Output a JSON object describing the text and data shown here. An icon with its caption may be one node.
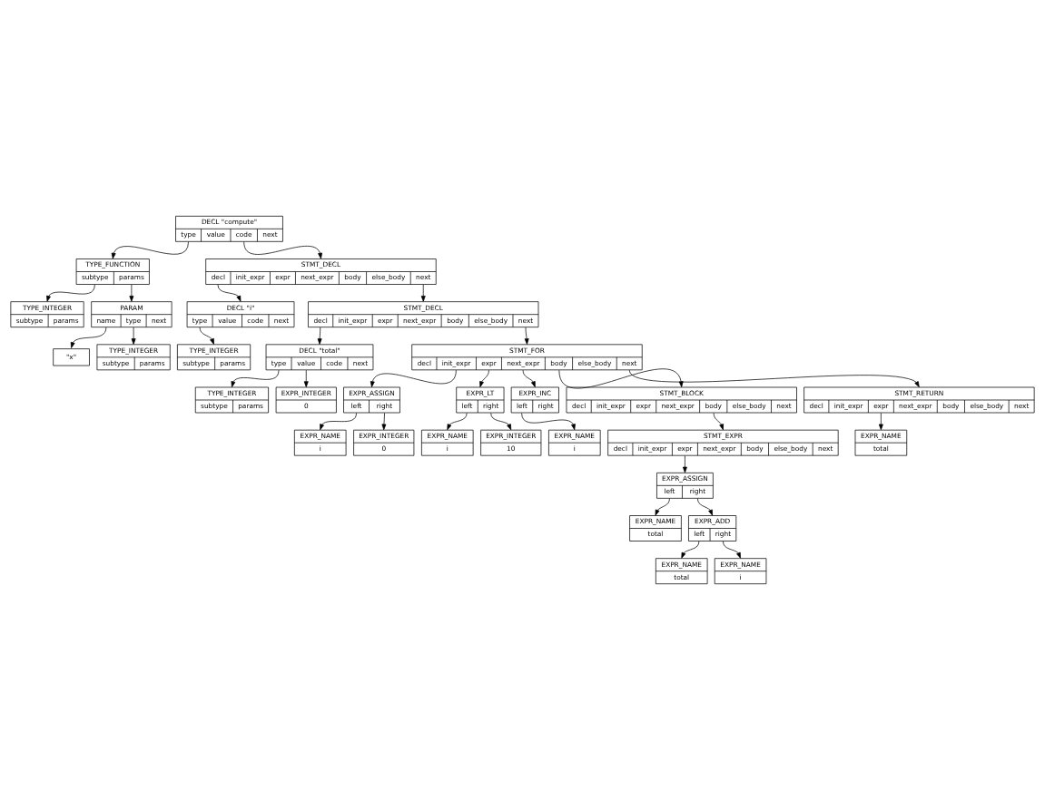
{
  "diagram": {
    "nodes": [
      {
        "text": [
          "DECL \"compute\"",
          "type",
          "value",
          "code",
          "next"
        ]
      },
      {
        "text": [
          "TYPE_FUNCTION",
          "subtype",
          "params"
        ]
      },
      {
        "text": [
          "STMT_DECL",
          "decl",
          "init_expr",
          "expr",
          "next_expr",
          "body",
          "else_body",
          "next"
        ]
      },
      {
        "text": [
          "TYPE_INTEGER",
          "subtype",
          "params"
        ]
      },
      {
        "text": [
          "PARAM",
          "name",
          "type",
          "next"
        ]
      },
      {
        "text": [
          "DECL \"i\"",
          "type",
          "value",
          "code",
          "next"
        ]
      },
      {
        "text": [
          "STMT_DECL",
          "decl",
          "init_expr",
          "expr",
          "next_expr",
          "body",
          "else_body",
          "next"
        ]
      },
      {
        "text": [
          "\"x\""
        ]
      },
      {
        "text": [
          "TYPE_INTEGER",
          "subtype",
          "params"
        ]
      },
      {
        "text": [
          "TYPE_INTEGER",
          "subtype",
          "params"
        ]
      },
      {
        "text": [
          "DECL \"total\"",
          "type",
          "value",
          "code",
          "next"
        ]
      },
      {
        "text": [
          "TYPE_INTEGER",
          "subtype",
          "params"
        ]
      },
      {
        "text": [
          "EXPR_INTEGER",
          "0"
        ]
      },
      {
        "text": [
          "STMT_FOR",
          "decl",
          "init_expr",
          "expr",
          "next_expr",
          "body",
          "else_body",
          "next"
        ]
      },
      {
        "text": [
          "EXPR_ASSIGN",
          "left",
          "right"
        ]
      },
      {
        "text": [
          "EXPR_LT",
          "left",
          "right"
        ]
      },
      {
        "text": [
          "EXPR_INC",
          "left",
          "right"
        ]
      },
      {
        "text": [
          "EXPR_NAME",
          "i"
        ]
      },
      {
        "text": [
          "EXPR_INTEGER",
          "0"
        ]
      },
      {
        "text": [
          "EXPR_NAME",
          "i"
        ]
      },
      {
        "text": [
          "EXPR_INTEGER",
          "10"
        ]
      },
      {
        "text": [
          "EXPR_NAME",
          "i"
        ]
      },
      {
        "text": [
          "STMT_BLOCK",
          "decl",
          "init_expr",
          "expr",
          "next_expr",
          "body",
          "else_body",
          "next"
        ]
      },
      {
        "text": [
          "STMT_EXPR",
          "decl",
          "init_expr",
          "expr",
          "next_expr",
          "body",
          "else_body",
          "next"
        ]
      },
      {
        "text": [
          "EXPR_ASSIGN",
          "left",
          "right"
        ]
      },
      {
        "text": [
          "STMT_RETURN",
          "decl",
          "init_expr",
          "expr",
          "next_expr",
          "body",
          "else_body",
          "next"
        ]
      },
      {
        "text": [
          "EXPR_NAME",
          "total"
        ]
      },
      {
        "text": [
          "EXPR_ADD",
          "left",
          "right"
        ]
      },
      {
        "text": [
          "EXPR_NAME",
          "total"
        ]
      },
      {
        "text": [
          "EXPR_NAME",
          "total"
        ]
      },
      {
        "text": [
          "EXPR_NAME",
          "i"
        ]
      }
    ],
    "edges": [
      {
        "from": 0,
        "to": 1,
        "arrow": "to"
      },
      {
        "from": 0,
        "to": 2,
        "arrow": "to"
      },
      {
        "from": 1,
        "to": 3,
        "arrow": "to"
      },
      {
        "from": 1,
        "to": 4,
        "arrow": "to"
      },
      {
        "from": 2,
        "to": 5,
        "arrow": "to"
      },
      {
        "from": 2,
        "to": 6,
        "arrow": "to"
      },
      {
        "from": 4,
        "to": 7,
        "arrow": "to"
      },
      {
        "from": 4,
        "to": 8,
        "arrow": "to"
      },
      {
        "from": 5,
        "to": 9,
        "arrow": "to"
      },
      {
        "from": 6,
        "to": 10,
        "arrow": "to"
      },
      {
        "from": 6,
        "to": 13,
        "arrow": "to"
      },
      {
        "from": 10,
        "to": 11,
        "arrow": "to"
      },
      {
        "from": 10,
        "to": 12,
        "arrow": "to"
      },
      {
        "from": 13,
        "to": 14,
        "arrow": "to"
      },
      {
        "from": 13,
        "to": 15,
        "arrow": "to"
      },
      {
        "from": 13,
        "to": 16,
        "arrow": "to"
      },
      {
        "from": 13,
        "to": 22,
        "arrow": "to"
      },
      {
        "from": 13,
        "to": 25,
        "arrow": "to"
      },
      {
        "from": 14,
        "to": 17,
        "arrow": "to"
      },
      {
        "from": 14,
        "to": 18,
        "arrow": "to"
      },
      {
        "from": 15,
        "to": 19,
        "arrow": "to"
      },
      {
        "from": 15,
        "to": 20,
        "arrow": "to"
      },
      {
        "from": 16,
        "to": 21,
        "arrow": "to"
      },
      {
        "from": 22,
        "to": 23,
        "arrow": "to"
      },
      {
        "from": 23,
        "to": 24,
        "arrow": "to"
      },
      {
        "from": 24,
        "to": 26,
        "arrow": "to"
      },
      {
        "from": 24,
        "to": 27,
        "arrow": "to"
      },
      {
        "from": 25,
        "to": 28,
        "arrow": "to"
      },
      {
        "from": 27,
        "to": 29,
        "arrow": "to"
      },
      {
        "from": 27,
        "to": 30,
        "arrow": "to"
      }
    ]
  }
}
